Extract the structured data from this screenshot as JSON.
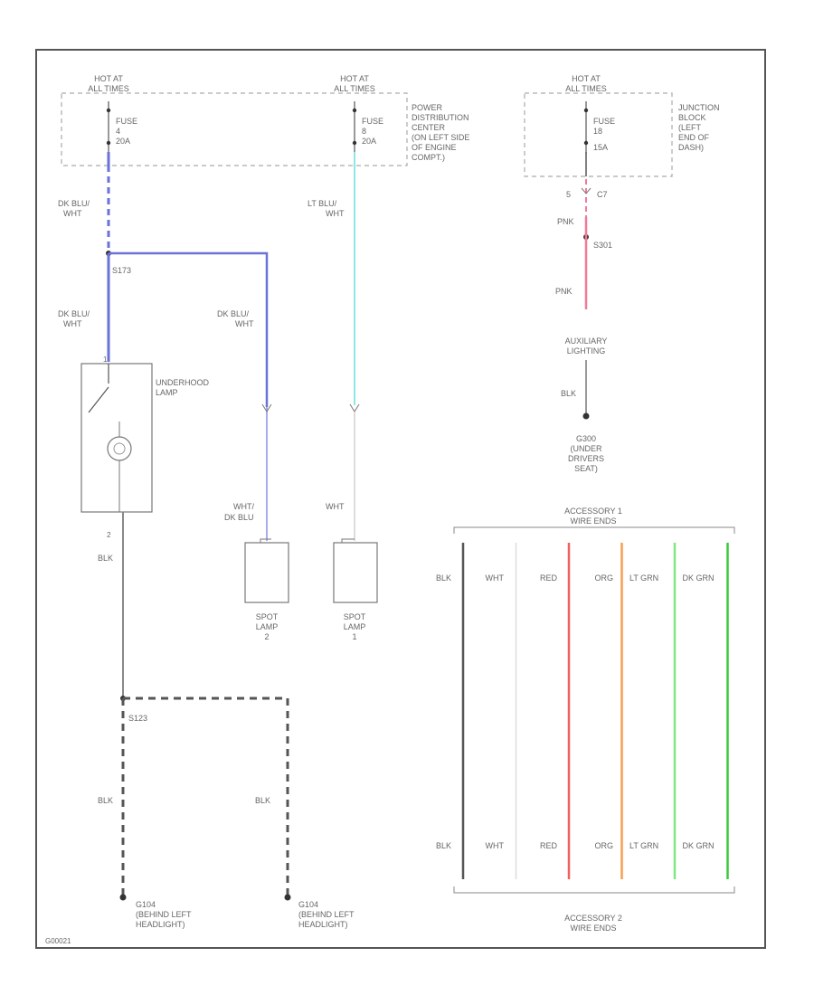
{
  "colors": {
    "frame": "#555555",
    "dashed_box": "#aaaaaa",
    "dk_blu": "#6a72d8",
    "dk_blu_light": "#a7acec",
    "lt_blu": "#8fe6e4",
    "pnk": "#f07a96",
    "blk": "#888888",
    "wht": "#cccccc",
    "red": "#f06060",
    "org": "#f5a050",
    "lt_grn": "#80e880",
    "dk_grn": "#3cc83c",
    "dark": "#555555"
  },
  "sources": [
    {
      "hot_line1": "HOT AT",
      "hot_line2": "ALL TIMES",
      "fuse_line1": "FUSE",
      "fuse_line2": "4",
      "fuse_line3": "20A"
    },
    {
      "hot_line1": "HOT AT",
      "hot_line2": "ALL TIMES",
      "fuse_line1": "FUSE",
      "fuse_line2": "8",
      "fuse_line3": "20A",
      "box_label": [
        "POWER",
        "DISTRIBUTION",
        "CENTER",
        "(ON LEFT SIDE",
        "OF ENGINE",
        "COMPT.)"
      ]
    },
    {
      "hot_line1": "HOT AT",
      "hot_line2": "ALL TIMES",
      "fuse_line1": "FUSE",
      "fuse_line2": "18",
      "fuse_line3": "15A",
      "box_label": [
        "JUNCTION",
        "BLOCK",
        "(LEFT",
        "END OF",
        "DASH)"
      ]
    }
  ],
  "wires": {
    "dk_blu_wht_1": [
      "DK BLU/",
      "WHT"
    ],
    "splice_s173": "S173",
    "dk_blu_wht_2": [
      "DK BLU/",
      "WHT"
    ],
    "dk_blu_wht_3": [
      "DK BLU/",
      "WHT"
    ],
    "lt_blu_wht": [
      "LT BLU/",
      "WHT"
    ],
    "wht_dk_blu": [
      "WHT/",
      "DK BLU"
    ],
    "wht": "WHT",
    "conn_pin": "5",
    "conn_id": "C7",
    "pnk_1": "PNK",
    "splice_s301": "S301",
    "pnk_2": "PNK",
    "blk_1": "BLK",
    "blk_2": "BLK",
    "splice_s123": "S123",
    "blk_3": "BLK",
    "blk_4": "BLK",
    "pin_1": "1",
    "pin_2": "2"
  },
  "components": {
    "underhood_lamp": [
      "UNDERHOOD",
      "LAMP"
    ],
    "spot_lamp_2": [
      "SPOT",
      "LAMP",
      "2"
    ],
    "spot_lamp_1": [
      "SPOT",
      "LAMP",
      "1"
    ],
    "auxiliary_lighting": [
      "AUXILIARY",
      "LIGHTING"
    ]
  },
  "grounds": {
    "g300": [
      "G300",
      "(UNDER",
      "DRIVERS",
      "SEAT)"
    ],
    "g104_a": [
      "G104",
      "(BEHIND LEFT",
      "HEADLIGHT)"
    ],
    "g104_b": [
      "G104",
      "(BEHIND LEFT",
      "HEADLIGHT)"
    ]
  },
  "accessory": {
    "top_title": [
      "ACCESSORY 1",
      "WIRE ENDS"
    ],
    "bottom_title": [
      "ACCESSORY 2",
      "WIRE ENDS"
    ],
    "wires": [
      {
        "label": "BLK",
        "color": "#555555"
      },
      {
        "label": "WHT",
        "color": "#dddddd"
      },
      {
        "label": "RED",
        "color": "#f06060"
      },
      {
        "label": "ORG",
        "color": "#f5a050"
      },
      {
        "label": "LT GRN",
        "color": "#80e880"
      },
      {
        "label": "DK GRN",
        "color": "#3cc83c"
      }
    ]
  },
  "footer_code": "G00021"
}
